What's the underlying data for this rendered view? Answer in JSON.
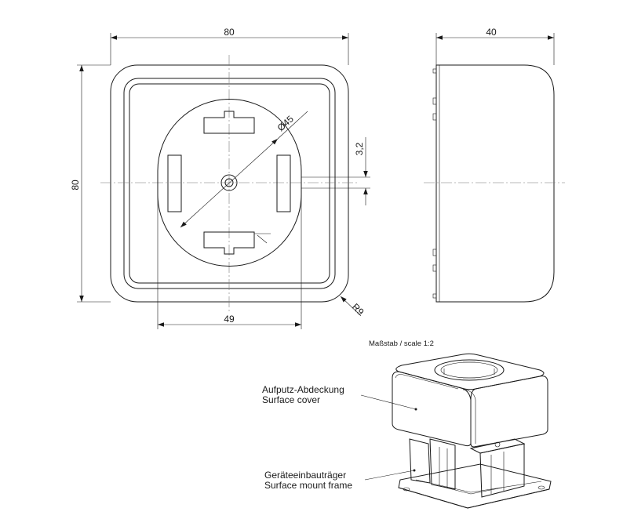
{
  "front_view": {
    "width_dim": "80",
    "height_dim": "80",
    "diameter_dim": "Ø45",
    "offset_dim": "3,2",
    "opening_dim": "49",
    "radius_dim": "R9"
  },
  "side_view": {
    "depth_dim": "40"
  },
  "isometric": {
    "scale_label": "Maßstab / scale 1:2",
    "cover_label_de": "Aufputz-Abdeckung",
    "cover_label_en": "Surface cover",
    "frame_label_de": "Geräteeinbauträger",
    "frame_label_en": "Surface mount frame"
  }
}
